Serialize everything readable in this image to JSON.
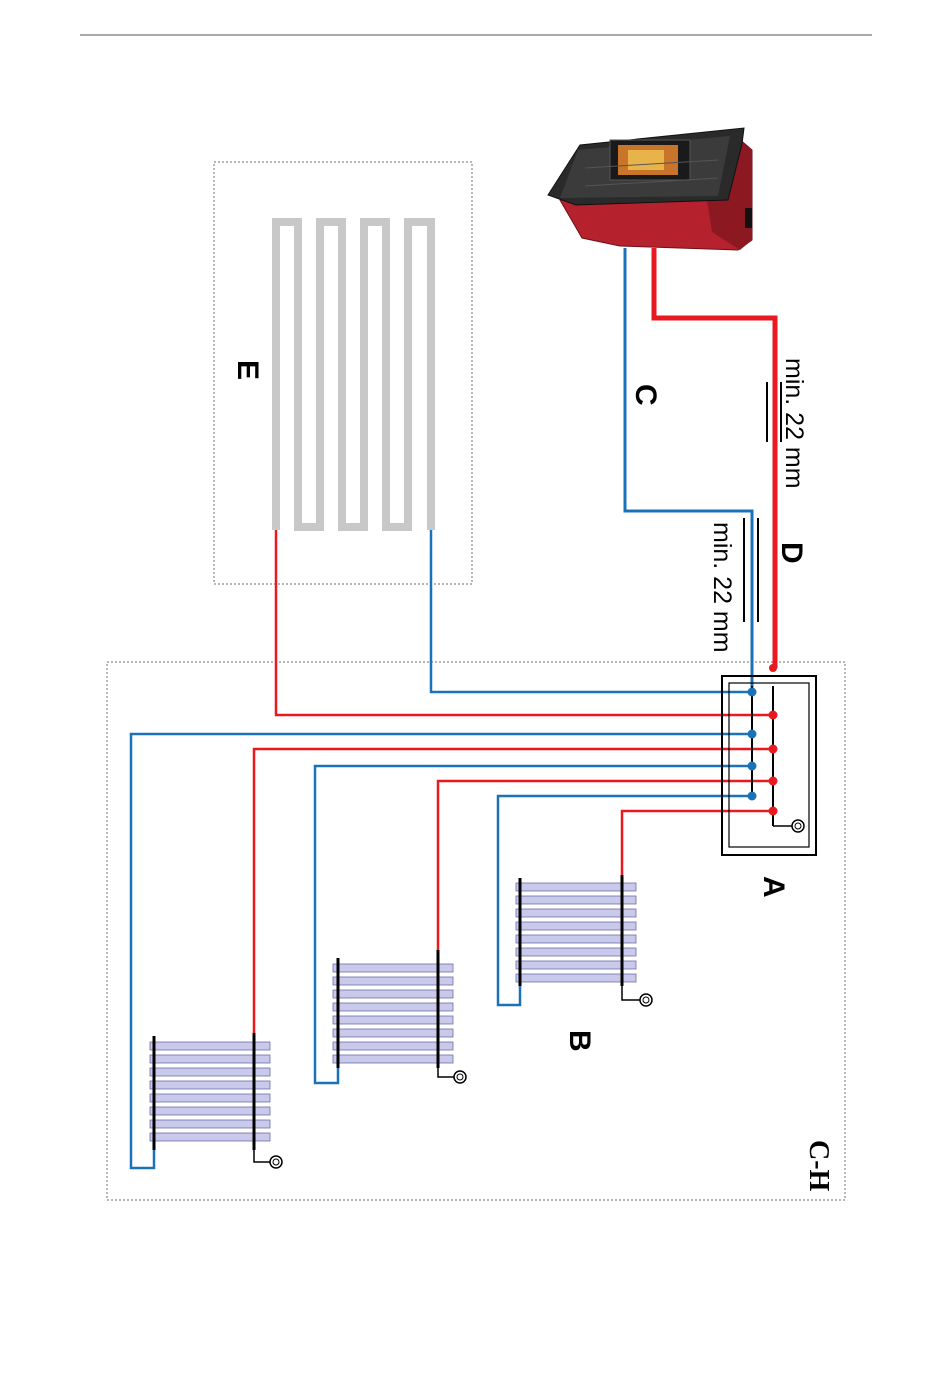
{
  "labels": {
    "a": "A",
    "b": "B",
    "c": "C",
    "d": "D",
    "e": "E",
    "ch": "C-H",
    "min_supply": "min. 22 mm",
    "min_return": "min. 22 mm"
  },
  "colors": {
    "supply": "#e8191f",
    "return": "#1a73b8",
    "floor_loop": "#c8c8c8",
    "radiator_fin": "#c9c9ec",
    "stove_body": "#b5222e",
    "stove_top": "#2a2a2a",
    "frame": "#8a8a8a"
  },
  "icons": {
    "stove": "pellet-stove-icon",
    "radiator": "radiator-icon",
    "valve": "bleed-valve-icon",
    "manifold": "manifold-icon"
  }
}
